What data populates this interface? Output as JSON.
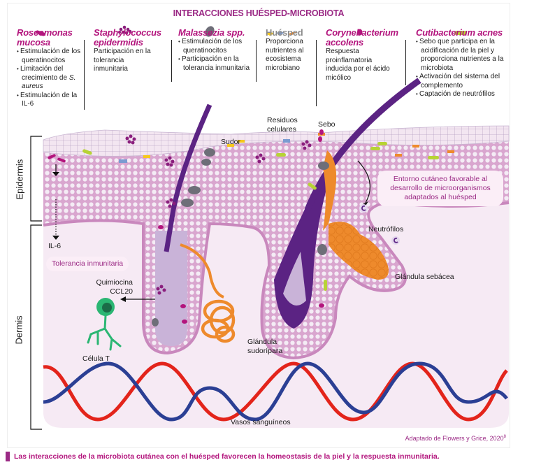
{
  "title": "INTERACCIONES HUÉSPED-MICROBIOTA",
  "colors": {
    "magenta": "#b3157d",
    "purple": "#9b2a85",
    "hair": "#5b2383",
    "skin_pink": "#e4c2dd",
    "skin_dark": "#c988bd",
    "dermis_bg": "#f6eaf4",
    "sebum_orange": "#ee8a2c",
    "grey": "#6e6e78",
    "lime": "#b7d335",
    "yellow": "#f6c81d",
    "blue_flake": "#7b9bd1",
    "tcell_green": "#2bb673",
    "artery_red": "#e3241b",
    "vein_blue": "#2b3f94"
  },
  "microbes": [
    {
      "name": "Roseomonas mucosa",
      "icon": "rod-magenta-icon",
      "bullets": [
        "Estimulación de los queratinocitos",
        "Limitación del crecimiento de S. aureus",
        "Estimulación de la IL-6"
      ]
    },
    {
      "name": "Staphylococcus epidermidis",
      "icon": "cocci-cluster-icon",
      "text": "Participación en la tolerancia inmunitaria"
    },
    {
      "name": "Malassezia spp.",
      "icon": "yeast-oval-icon",
      "bullets": [
        "Estimulación de los queratinocitos",
        "Participación en la tolerancia inmunitaria"
      ]
    },
    {
      "name": "Huésped",
      "icon": "host-flakes-icon",
      "text": "Proporciona nutrientes al ecosistema microbiano"
    },
    {
      "name": "Corynebacterium accolens",
      "icon": "dot-magenta-icon",
      "text": "Respuesta proinflamatoria inducida por el ácido micólico"
    },
    {
      "name": "Cutibacterium acnes",
      "icon": "rod-lime-icon",
      "bullets": [
        "Sebo que participa en la acidificación de la piel y proporciona nutrientes a la microbiota",
        "Activación del sistema del complemento",
        "Captación de neutrófilos"
      ]
    }
  ],
  "roseomonas_bullet2_prefix": "Limitación del crecimiento de ",
  "roseomonas_bullet2_italic": "S. aureus",
  "labels": {
    "sudor": "Sudor",
    "residuos": "Residuos celulares",
    "sebo": "Sebo",
    "il6": "IL-6",
    "quimiocina": "Quimiocina CCL20",
    "celula_t": "Célula T",
    "neutrofilos": "Neutrófilos",
    "glandula_sebacea": "Glándula sebácea",
    "glandula_sudoripara": "Glándula sudorípara",
    "vasos": "Vasos sanguíneos",
    "epidermis": "Epidermis",
    "dermis": "Dermis"
  },
  "bubbles": {
    "tolerancia": "Tolerancia inmunitaria",
    "entorno": "Entorno cutáneo favorable al desarrollo de microorganismos adaptados al huésped"
  },
  "credit": "Adaptado de Flowers y Grice, 2020",
  "credit_ref": "8",
  "caption": "Las interacciones de la microbiota cutánea con el huésped favorecen la homeostasis de la piel y la respuesta inmunitaria."
}
